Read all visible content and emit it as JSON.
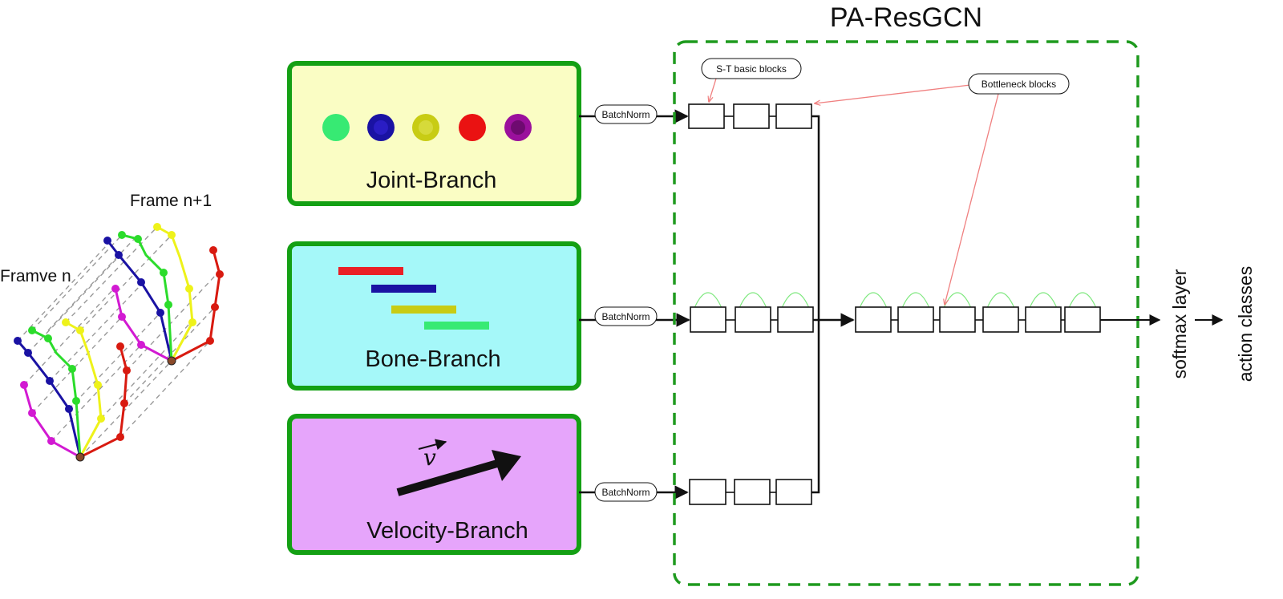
{
  "title": "PA-ResGCN",
  "skeleton": {
    "frame_n_label": "Framve n",
    "frame_n1_label": "Frame n+1"
  },
  "branches": [
    {
      "label": "Joint-Branch",
      "fill": "#fafdc4"
    },
    {
      "label": "Bone-Branch",
      "fill": "#a5f8f9"
    },
    {
      "label": "Velocity-Branch",
      "fill": "#e6a5fb"
    }
  ],
  "batchnorm_label": "BatchNorm",
  "callouts": {
    "st_basic": "S-T basic blocks",
    "bottleneck": "Bottleneck blocks"
  },
  "velocity_symbol": "v",
  "output": {
    "softmax": "softmax layer",
    "classes": "action classes"
  },
  "colors": {
    "branch_border": "#14a014",
    "dashed_frame": "#1e9a1e",
    "residual_arc": "#7ee87e",
    "callout_line": "#f08080",
    "joint_dots": [
      "#37ea73",
      "#1a12a3",
      "#c8cc14",
      "#ea1212",
      "#9a109c"
    ],
    "bone_bars": [
      "#ea1f26",
      "#1a12a3",
      "#c8cc14",
      "#37ea73"
    ]
  }
}
